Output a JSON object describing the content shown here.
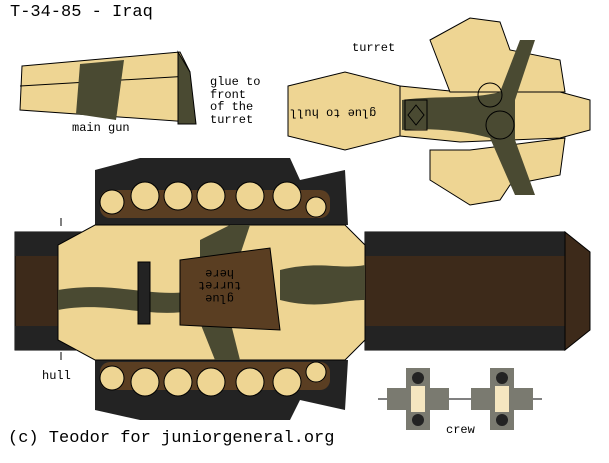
{
  "title": "T-34-85 - Iraq",
  "labels": {
    "main_gun": "main gun",
    "glue_front_turret": "glue to\nfront\nof the\nturret",
    "turret": "turret",
    "glue_to_hull": "glue to hull",
    "glue_turret_here": "glue\nturret\nhere",
    "hull": "hull",
    "crew": "crew"
  },
  "credit": "(c) Teodor for juniorgeneral.org",
  "colors": {
    "sand": "#EED593",
    "olive": "#4A4A32",
    "brown": "#5A3E22",
    "dark_brown": "#3D2A1A",
    "track": "#232323",
    "base_gray": "#7A7A70"
  }
}
